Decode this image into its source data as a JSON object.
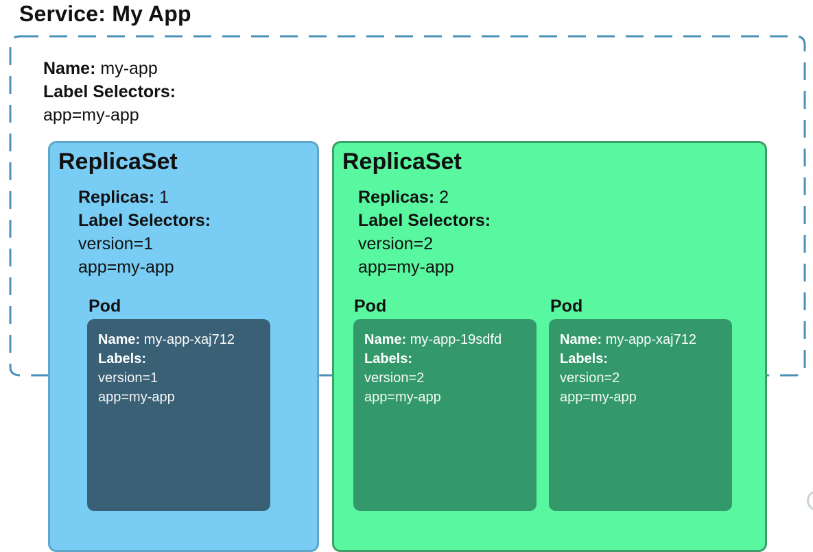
{
  "service": {
    "title": "Service: My App",
    "name_label": "Name:",
    "name_value": "my-app",
    "selectors_label": "Label Selectors:",
    "selectors": [
      "app=my-app"
    ]
  },
  "replicasets": [
    {
      "title": "ReplicaSet",
      "replicas_label": "Replicas:",
      "replicas_value": "1",
      "selectors_label": "Label Selectors:",
      "selectors": [
        "version=1",
        "app=my-app"
      ],
      "pods": [
        {
          "heading": "Pod",
          "name_label": "Name:",
          "name_value": "my-app-xaj712",
          "labels_label": "Labels:",
          "labels": [
            "version=1",
            "app=my-app"
          ]
        }
      ]
    },
    {
      "title": "ReplicaSet",
      "replicas_label": "Replicas:",
      "replicas_value": "2",
      "selectors_label": "Label Selectors:",
      "selectors": [
        "version=2",
        "app=my-app"
      ],
      "pods": [
        {
          "heading": "Pod",
          "name_label": "Name:",
          "name_value": "my-app-19sdfd",
          "labels_label": "Labels:",
          "labels": [
            "version=2",
            "app=my-app"
          ]
        },
        {
          "heading": "Pod",
          "name_label": "Name:",
          "name_value": "my-app-xaj712",
          "labels_label": "Labels:",
          "labels": [
            "version=2",
            "app=my-app"
          ]
        }
      ]
    }
  ],
  "colors": {
    "service_border": "#4a90b8",
    "replicaset_v1_fill": "#79cdf5",
    "replicaset_v2_fill": "#59f7a0",
    "pod_v1_fill": "#3a6076",
    "pod_v2_fill": "#33996a"
  }
}
